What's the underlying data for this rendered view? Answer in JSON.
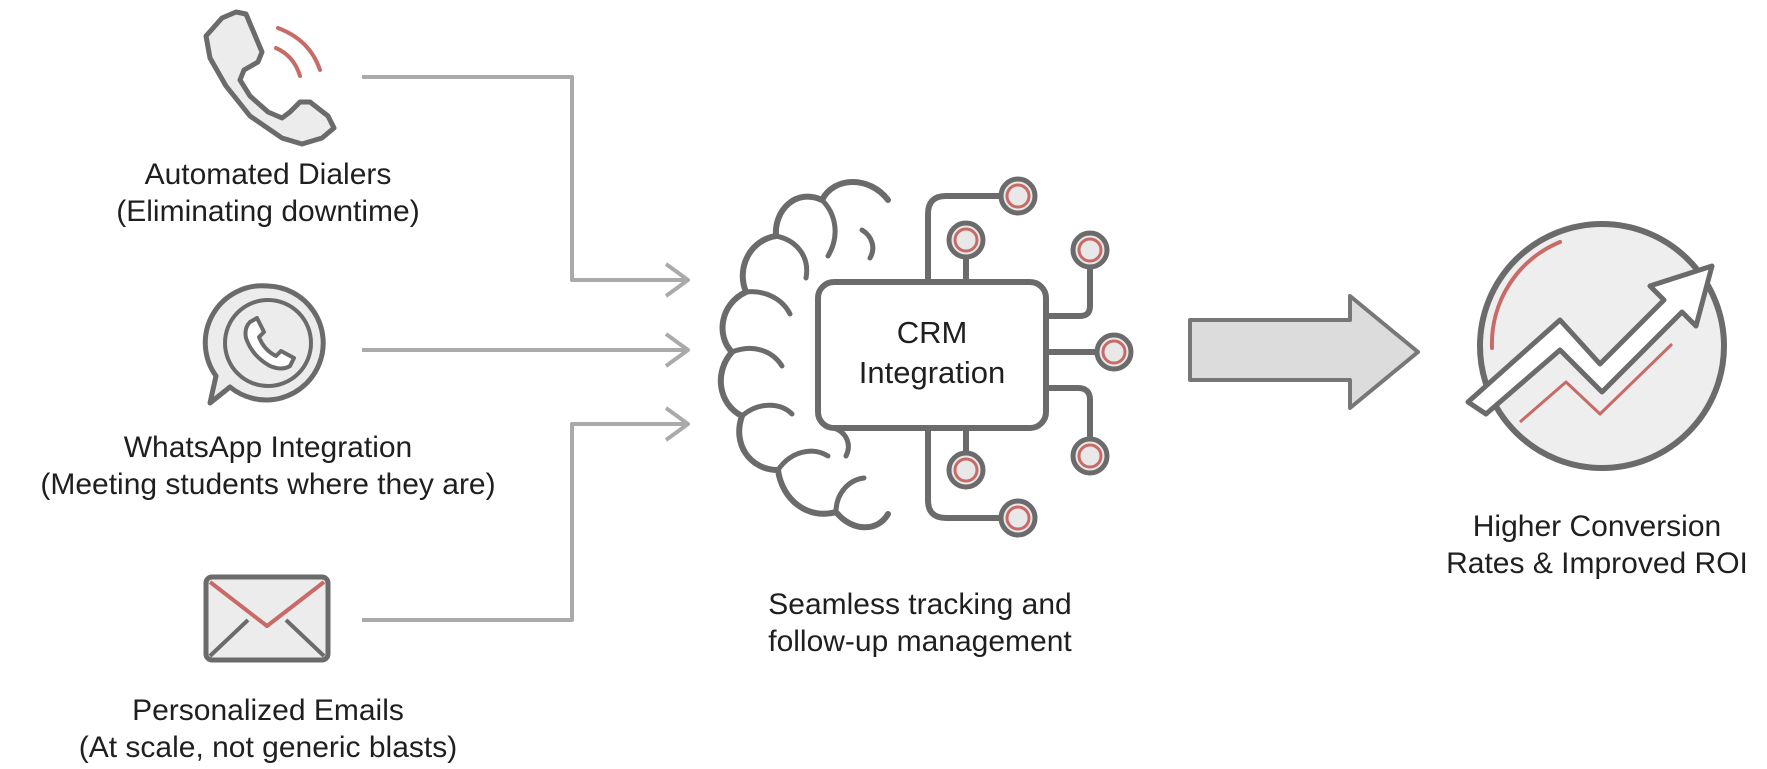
{
  "sources": [
    {
      "id": "dialers",
      "icon": "phone-icon",
      "title": "Automated Dialers",
      "subtitle": "(Eliminating downtime)"
    },
    {
      "id": "whatsapp",
      "icon": "whatsapp-icon",
      "title": "WhatsApp Integration",
      "subtitle": "(Meeting students where they are)"
    },
    {
      "id": "emails",
      "icon": "envelope-icon",
      "title": "Personalized Emails",
      "subtitle": "(At scale, not generic blasts)"
    }
  ],
  "hub": {
    "icon": "brain-circuit-icon",
    "title_line1": "CRM",
    "title_line2": "Integration",
    "caption_line1": "Seamless tracking and",
    "caption_line2": "follow-up management"
  },
  "outcome": {
    "icon": "growth-chart-icon",
    "title_line1": "Higher Conversion",
    "title_line2": "Rates & Improved ROI"
  },
  "colors": {
    "stroke": "#6b6b6b",
    "connector": "#aaaaaa",
    "accent": "#c86a66",
    "fill_light": "#e6e6e6",
    "text": "#1f1f1f"
  }
}
